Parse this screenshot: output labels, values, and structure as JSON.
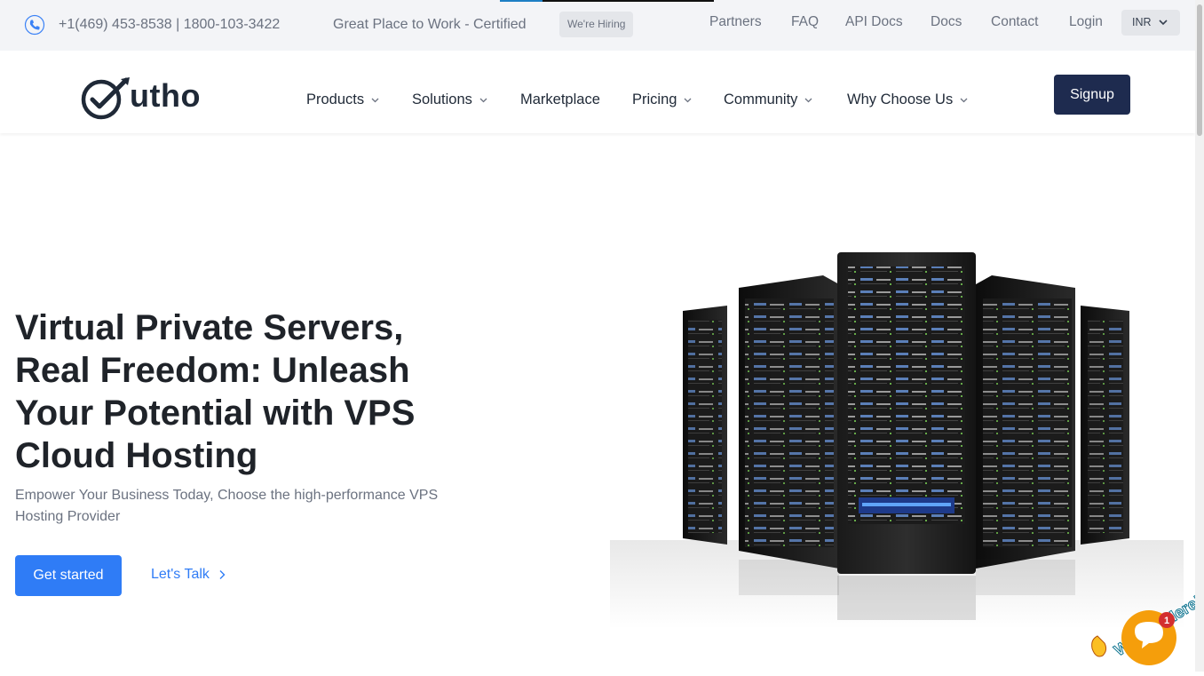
{
  "topbar": {
    "phone_numbers": "+1(469) 453-8538 | 1800-103-3422",
    "certification": "Great Place to Work - Certified",
    "hiring_badge": "We're Hiring",
    "links": [
      "Partners",
      "FAQ",
      "API Docs",
      "Docs",
      "Contact",
      "Login"
    ],
    "currency": "INR",
    "page_progress": 0.2
  },
  "nav": {
    "logo_text": "utho",
    "items": [
      {
        "label": "Products",
        "has_dropdown": true
      },
      {
        "label": "Solutions",
        "has_dropdown": true
      },
      {
        "label": "Marketplace",
        "has_dropdown": false
      },
      {
        "label": "Pricing",
        "has_dropdown": true
      },
      {
        "label": "Community",
        "has_dropdown": true
      },
      {
        "label": "Why Choose Us",
        "has_dropdown": true
      }
    ],
    "signup_label": "Signup"
  },
  "hero": {
    "title": "Virtual Private Servers, Real Freedom: Unleash Your Potential with VPS Cloud Hosting",
    "subtitle": "Empower Your Business Today, Choose the high-performance VPS Hosting Provider",
    "primary_cta": "Get started",
    "secondary_cta": "Let's Talk"
  },
  "chat_widget": {
    "caption": "We Are Here!",
    "badge_count": "1"
  },
  "colors": {
    "accent": "#2f7cf6",
    "signup_bg": "#1e2b4f",
    "chat_orange": "#f59e0b",
    "badge_red": "#d32f2f"
  },
  "icons": [
    "phone-icon",
    "chevron-down-icon",
    "chevron-right-icon",
    "logo-check-icon",
    "chat-icon",
    "waving-hand-icon"
  ]
}
